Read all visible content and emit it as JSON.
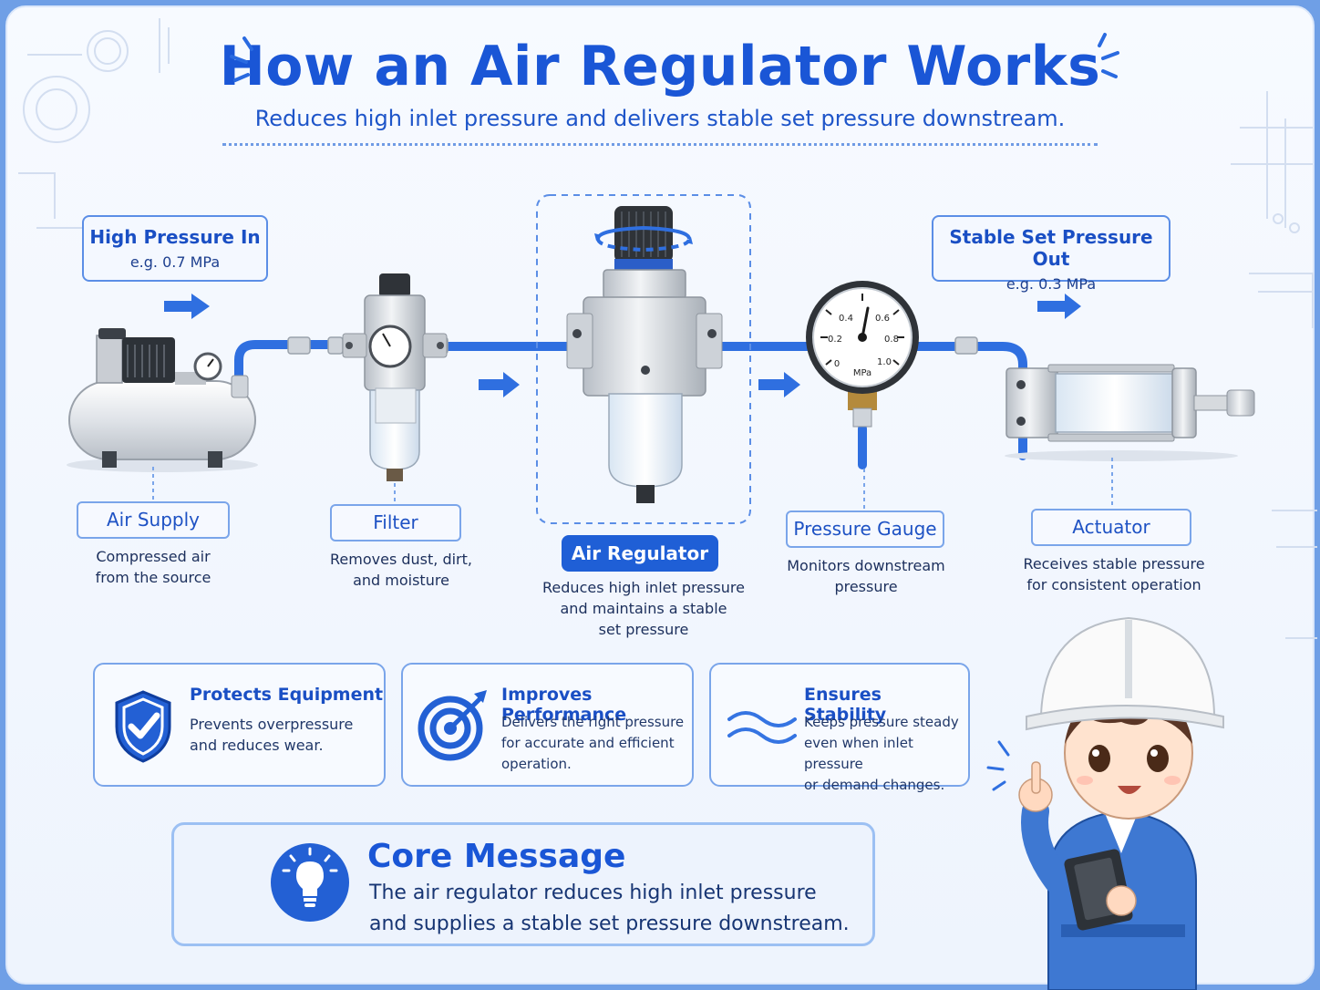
{
  "header": {
    "title": "How an Air Regulator Works",
    "subtitle": "Reduces high inlet pressure and delivers stable set pressure downstream."
  },
  "callouts": {
    "inlet": {
      "title": "High Pressure In",
      "value": "e.g. 0.7 MPa"
    },
    "outlet": {
      "title": "Stable Set Pressure Out",
      "value": "e.g. 0.3 MPa"
    }
  },
  "components": [
    {
      "name": "Air Supply",
      "desc_line1": "Compressed air",
      "desc_line2": "from the source",
      "desc_line3": ""
    },
    {
      "name": "Filter",
      "desc_line1": "Removes dust, dirt,",
      "desc_line2": "and moisture",
      "desc_line3": ""
    },
    {
      "name": "Air Regulator",
      "desc_line1": "Reduces high inlet pressure",
      "desc_line2": "and maintains a stable",
      "desc_line3": "set pressure"
    },
    {
      "name": "Pressure Gauge",
      "desc_line1": "Monitors downstream",
      "desc_line2": "pressure",
      "desc_line3": ""
    },
    {
      "name": "Actuator",
      "desc_line1": "Receives stable pressure",
      "desc_line2": "for consistent operation",
      "desc_line3": ""
    }
  ],
  "gauge": {
    "unit": "MPa",
    "ticks": [
      "0",
      "0.2",
      "0.4",
      "0.6",
      "0.8",
      "1.0"
    ]
  },
  "benefits": [
    {
      "title": "Protects Equipment",
      "line1": "Prevents overpressure",
      "line2": "and reduces wear.",
      "line3": "",
      "icon": "shield-check-icon"
    },
    {
      "title": "Improves Performance",
      "line1": "Delivers the right pressure",
      "line2": "for accurate and efficient",
      "line3": "operation.",
      "icon": "target-icon"
    },
    {
      "title": "Ensures Stability",
      "line1": "Keeps pressure steady",
      "line2": "even when inlet pressure",
      "line3": "or demand changes.",
      "icon": "wave-icon"
    }
  ],
  "core": {
    "title": "Core Message",
    "line1": "The air regulator reduces high inlet pressure",
    "line2": "and supplies a stable set pressure downstream.",
    "icon": "lightbulb-icon"
  },
  "colors": {
    "primary": "#1f5fd6",
    "pipe": "#2f6fe0",
    "metal": "#c9cdd3",
    "background": "#f4f8ff"
  }
}
